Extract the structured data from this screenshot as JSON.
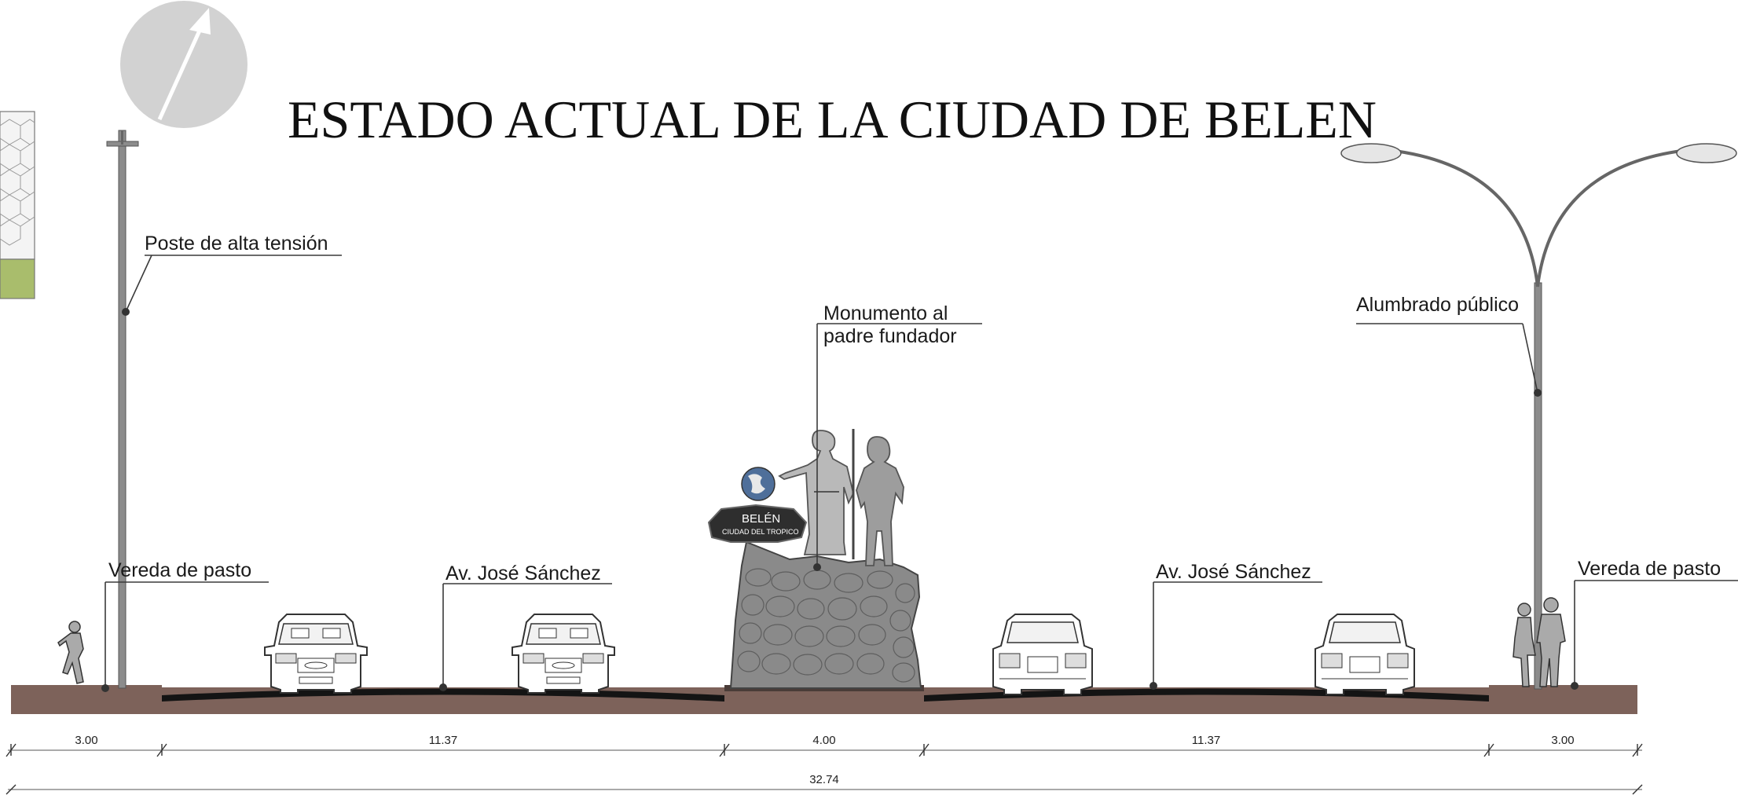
{
  "title": "ESTADO ACTUAL DE LA CIUDAD DE BELEN",
  "labels": {
    "poste": "Poste de alta tensión",
    "monumento_line1": "Monumento al",
    "monumento_line2": "padre fundador",
    "alumbrado": "Alumbrado público",
    "vereda_left": "Vereda de pasto",
    "avenida_left": "Av. José Sánchez",
    "avenida_right": "Av. José Sánchez",
    "vereda_right": "Vereda de pasto"
  },
  "monument_sign": {
    "name": "BELÉN",
    "subtitle": "CIUDAD DEL TROPICO"
  },
  "dimensions": {
    "segments": [
      "3.00",
      "11.37",
      "4.00",
      "11.37",
      "3.00"
    ],
    "total": "32.74"
  },
  "colors": {
    "ground": "#7d625a",
    "asphalt": "#141414",
    "pole": "#8c8c8c",
    "rock": "#8a8a8a",
    "statue": "#b9b9b9",
    "compass": "#d2d2d2",
    "grass_panel": "#a9bd6c"
  }
}
